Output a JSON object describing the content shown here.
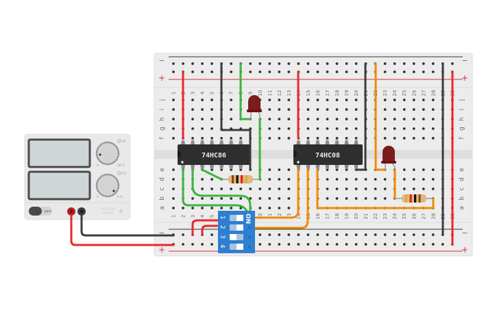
{
  "app": {
    "type": "circuit-simulator-canvas"
  },
  "colors": {
    "breadboard_body": "#eaeaea",
    "breadboard_strip": "#dcdcdc",
    "hole": "#333333",
    "rail_negative": "#333333",
    "rail_positive": "#c8353b",
    "wire_red": "#e8282b",
    "wire_black": "#3b3b3b",
    "wire_green": "#3cb43c",
    "wire_orange": "#f08a00",
    "ic_body": "#2e2e2e",
    "led_red": "#7d1c1c",
    "dip_switch": "#2f7fd0",
    "power_supply_body": "#e6e6e6",
    "display_screen": "#cfd6d8"
  },
  "power_supply": {
    "voltage_knob_min": "0",
    "voltage_knob_max": "30 V",
    "voltage_mode": "VC",
    "current_knob_min": "0",
    "current_knob_max": "5 A",
    "current_mode": "CC",
    "power_switch_label": "OFF",
    "brand_line1": "VOLTAGE",
    "brand_line2": "SUPPLY",
    "bolt_icon": "lightning-bolt-icon",
    "terminals": [
      "positive",
      "negative"
    ]
  },
  "breadboard": {
    "rail_minus_symbol": "−",
    "rail_plus_symbol": "+",
    "columns": [
      "1",
      "2",
      "3",
      "4",
      "5",
      "6",
      "7",
      "8",
      "9",
      "10",
      "11",
      "12",
      "13",
      "14",
      "15",
      "16",
      "17",
      "18",
      "19",
      "20",
      "21",
      "22",
      "23",
      "24",
      "25",
      "26",
      "27",
      "28",
      "29",
      "30"
    ],
    "top_rows": [
      "j",
      "i",
      "h",
      "g",
      "f"
    ],
    "bottom_rows": [
      "e",
      "d",
      "c",
      "b",
      "a"
    ]
  },
  "chips": [
    {
      "label": "74HC86",
      "pins_per_side": 7
    },
    {
      "label": "74HC08",
      "pins_per_side": 7
    }
  ],
  "dip_switch": {
    "on_label": "ON",
    "switches": [
      {
        "label": "1",
        "state": "off"
      },
      {
        "label": "2",
        "state": "off"
      },
      {
        "label": "3",
        "state": "on"
      },
      {
        "label": "4",
        "state": "off"
      }
    ]
  },
  "resistors": [
    {
      "bands": [
        "#8a4a1f",
        "#111111",
        "#e52222",
        "#d4b13a"
      ]
    },
    {
      "bands": [
        "#d4b13a",
        "#e52222",
        "#111111",
        "#8a4a1f"
      ]
    }
  ],
  "leds": [
    {
      "color": "red"
    },
    {
      "color": "red"
    }
  ]
}
